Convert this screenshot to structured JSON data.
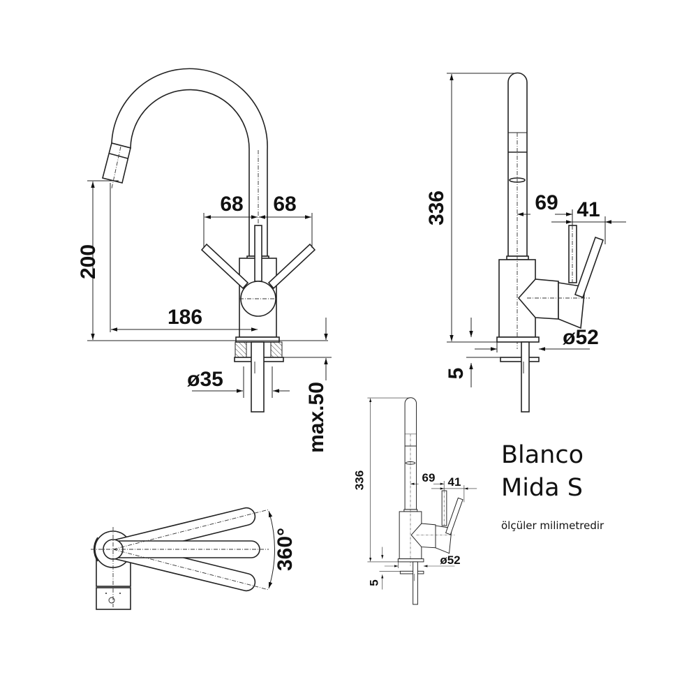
{
  "product": {
    "brand": "Blanco",
    "model": "Mida S",
    "note": "ölçüler milimetredir"
  },
  "front_view": {
    "spout_height": "200",
    "spout_reach": "186",
    "lever_left": "68",
    "lever_right": "68",
    "hole_diameter": "ø35",
    "max_deck": "max.50"
  },
  "side_view": {
    "total_height": "336",
    "handle_offset": "69",
    "handle_reach": "41",
    "base_diameter": "ø52",
    "base_gap": "5"
  },
  "side_view_small": {
    "total_height": "336",
    "handle_offset": "69",
    "handle_reach": "41",
    "base_diameter": "ø52",
    "base_gap": "5"
  },
  "top_view": {
    "rotation": "360°"
  }
}
